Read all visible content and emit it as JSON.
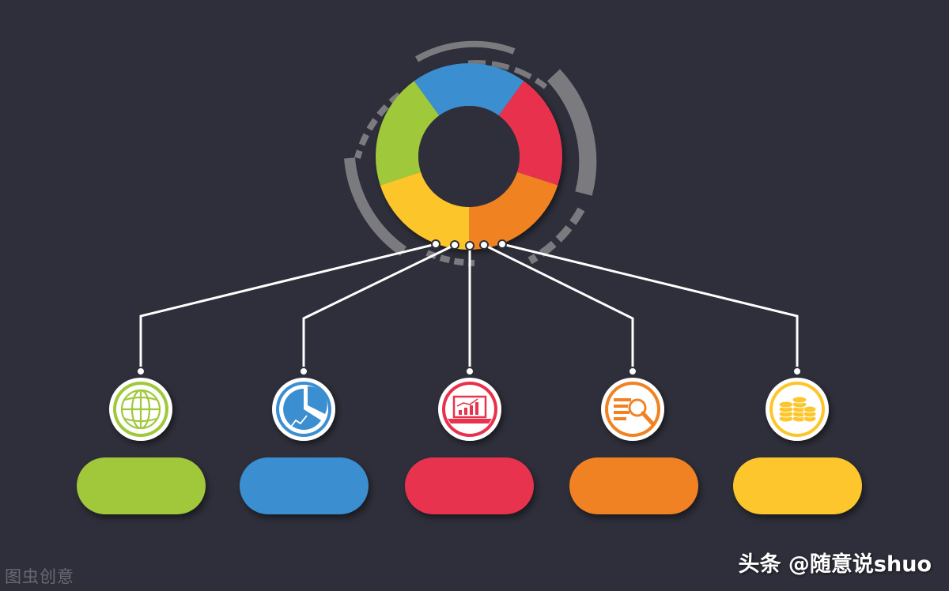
{
  "colors": {
    "background": "#2f2f3b",
    "green": "#a0c83a",
    "blue": "#3b8fd0",
    "red": "#e8334e",
    "orange": "#f08224",
    "yellow": "#fcc62c",
    "arc_gray": "#7b7b7f",
    "connector": "#ffffff"
  },
  "ring_segments": [
    {
      "name": "green",
      "color": "#a0c83a"
    },
    {
      "name": "blue",
      "color": "#3b8fd0"
    },
    {
      "name": "red",
      "color": "#e8334e"
    },
    {
      "name": "orange",
      "color": "#f08224"
    },
    {
      "name": "yellow",
      "color": "#fcc62c"
    }
  ],
  "nodes": [
    {
      "icon": "globe-icon",
      "color": "#a0c83a"
    },
    {
      "icon": "pie-chart-icon",
      "color": "#3b8fd0"
    },
    {
      "icon": "laptop-chart-icon",
      "color": "#e8334e"
    },
    {
      "icon": "magnifier-document-icon",
      "color": "#f08224"
    },
    {
      "icon": "coin-stack-icon",
      "color": "#fcc62c"
    }
  ],
  "watermarks": {
    "left": "图虫创意",
    "right": "头条 @随意说shuo"
  }
}
